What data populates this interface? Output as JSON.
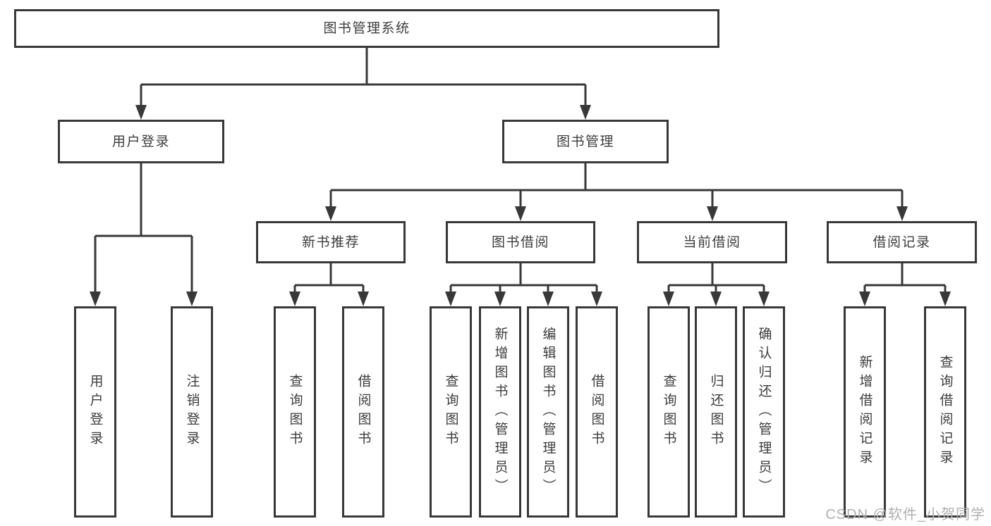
{
  "diagram": {
    "root": {
      "label": "图书管理系统"
    },
    "branches": [
      {
        "label": "用户登录",
        "children": [
          {
            "label": "用户登录"
          },
          {
            "label": "注销登录"
          }
        ]
      },
      {
        "label": "图书管理",
        "children": [
          {
            "label": "新书推荐",
            "children": [
              {
                "label": "查询图书"
              },
              {
                "label": "借阅图书"
              }
            ]
          },
          {
            "label": "图书借阅",
            "children": [
              {
                "label": "查询图书"
              },
              {
                "label": "新增图书（管理员）"
              },
              {
                "label": "编辑图书（管理员）"
              },
              {
                "label": "借阅图书"
              }
            ]
          },
          {
            "label": "当前借阅",
            "children": [
              {
                "label": "查询图书"
              },
              {
                "label": "归还图书"
              },
              {
                "label": "确认归还（管理员）"
              }
            ]
          },
          {
            "label": "借阅记录",
            "children": [
              {
                "label": "新增借阅记录"
              },
              {
                "label": "查询借阅记录"
              }
            ]
          }
        ]
      }
    ]
  },
  "watermark": {
    "text": "CSDN @软件_小贺同学"
  },
  "colors": {
    "line": "#383838",
    "text": "#3d3d3d",
    "background": "#ffffff",
    "watermark": "#b0b0b0"
  }
}
